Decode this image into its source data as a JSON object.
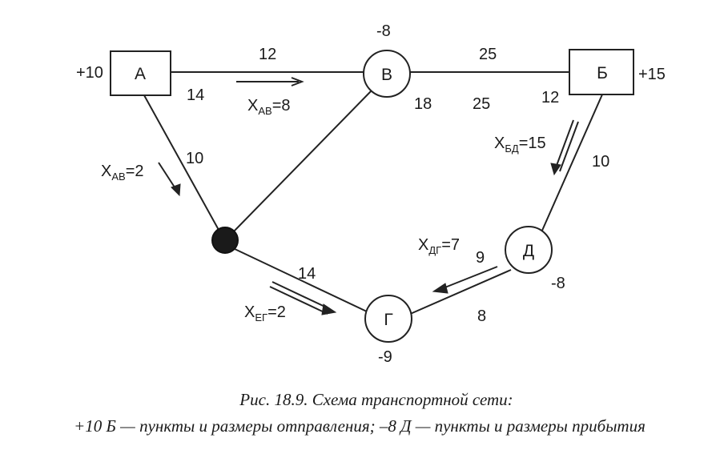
{
  "nodes": {
    "A": {
      "label": "А",
      "supply": "+10"
    },
    "V": {
      "label": "В",
      "supply": "-8"
    },
    "B": {
      "label": "Б",
      "supply": "+15"
    },
    "D": {
      "label": "Д",
      "supply": "-8"
    },
    "G": {
      "label": "Г",
      "supply": "-9"
    }
  },
  "edge_costs": {
    "A_V": "12",
    "A_V_left": "14",
    "V_B": "25",
    "V_right": "18",
    "V_B_low": "25",
    "B_left": "12",
    "A_E": "10",
    "B_D": "10",
    "E_G": "14",
    "D_G_a": "9",
    "D_G": "8"
  },
  "flows": {
    "AV": {
      "main": "X",
      "sub": "АВ",
      "value": "=8"
    },
    "AE": {
      "main": "X",
      "sub": "АВ",
      "value": "=2"
    },
    "BD": {
      "main": "X",
      "sub": "БД",
      "value": "=15"
    },
    "DG": {
      "main": "X",
      "sub": "ДГ",
      "value": "=7"
    },
    "EG": {
      "main": "X",
      "sub": "ЕГ",
      "value": "=2"
    }
  },
  "caption": {
    "line1": "Рис. 18.9. Схема транспортной сети:",
    "line2": "+10 Б — пункты и размеры отправления; –8 Д — пункты и размеры прибытия"
  }
}
